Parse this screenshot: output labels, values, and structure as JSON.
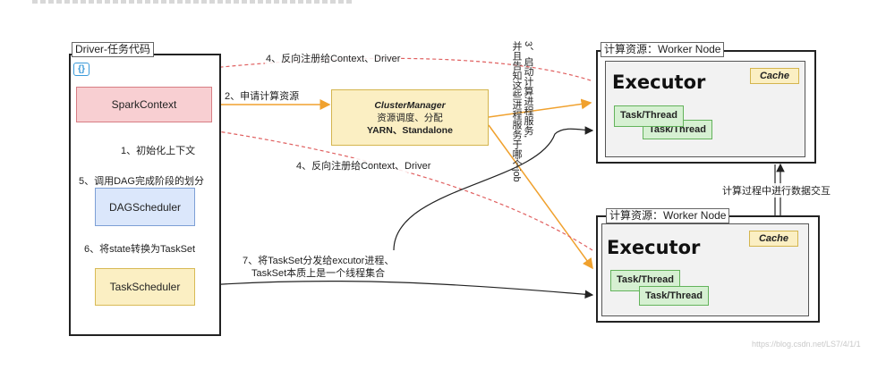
{
  "driver": {
    "group_label": "Driver-任务代码",
    "icon_glyph": "{}",
    "spark_context": "SparkContext",
    "dag_scheduler": "DAGScheduler",
    "task_scheduler": "TaskScheduler"
  },
  "cluster_manager": {
    "title": "ClusterManager",
    "line2": "资源调度、分配",
    "line3": "YARN、Standalone"
  },
  "worker1": {
    "group_label": "计算资源：Worker Node",
    "executor": "Executor",
    "cache": "Cache",
    "thread_a": "Task/Thread",
    "thread_b": "Task/Thread"
  },
  "worker2": {
    "group_label": "计算资源：Worker Node",
    "executor": "Executor",
    "cache": "Cache",
    "thread_a": "Task/Thread",
    "thread_b": "Task/Thread"
  },
  "labels": {
    "step1": "1、初始化上下文",
    "step2": "2、申请计算资源",
    "step3_line1": "3、启动计算进程服务,",
    "step3_line2": "并且告知这些进程服务于哪个job",
    "step4_top": "4、反向注册给Context、Driver",
    "step4_mid": "4、反向注册给Context、Driver",
    "step5": "5、调用DAG完成阶段的划分",
    "step6": "6、将state转换为TaskSet",
    "step7_line1": "7、将TaskSet分发给excutor进程、",
    "step7_line2": "TaskSet本质上是一个线程集合",
    "data_exchange": "计算过程中进行数据交互"
  },
  "watermark": "https://blog.csdn.net/LS7/4/1/1",
  "colors": {
    "spark_fill": "#f8cfd2",
    "dag_fill": "#dbe7fb",
    "task_fill": "#fbefc3",
    "thread_fill": "#d6f0d2",
    "arrow_orange": "#f0a12e",
    "arrow_red_dashed": "#e06060"
  }
}
